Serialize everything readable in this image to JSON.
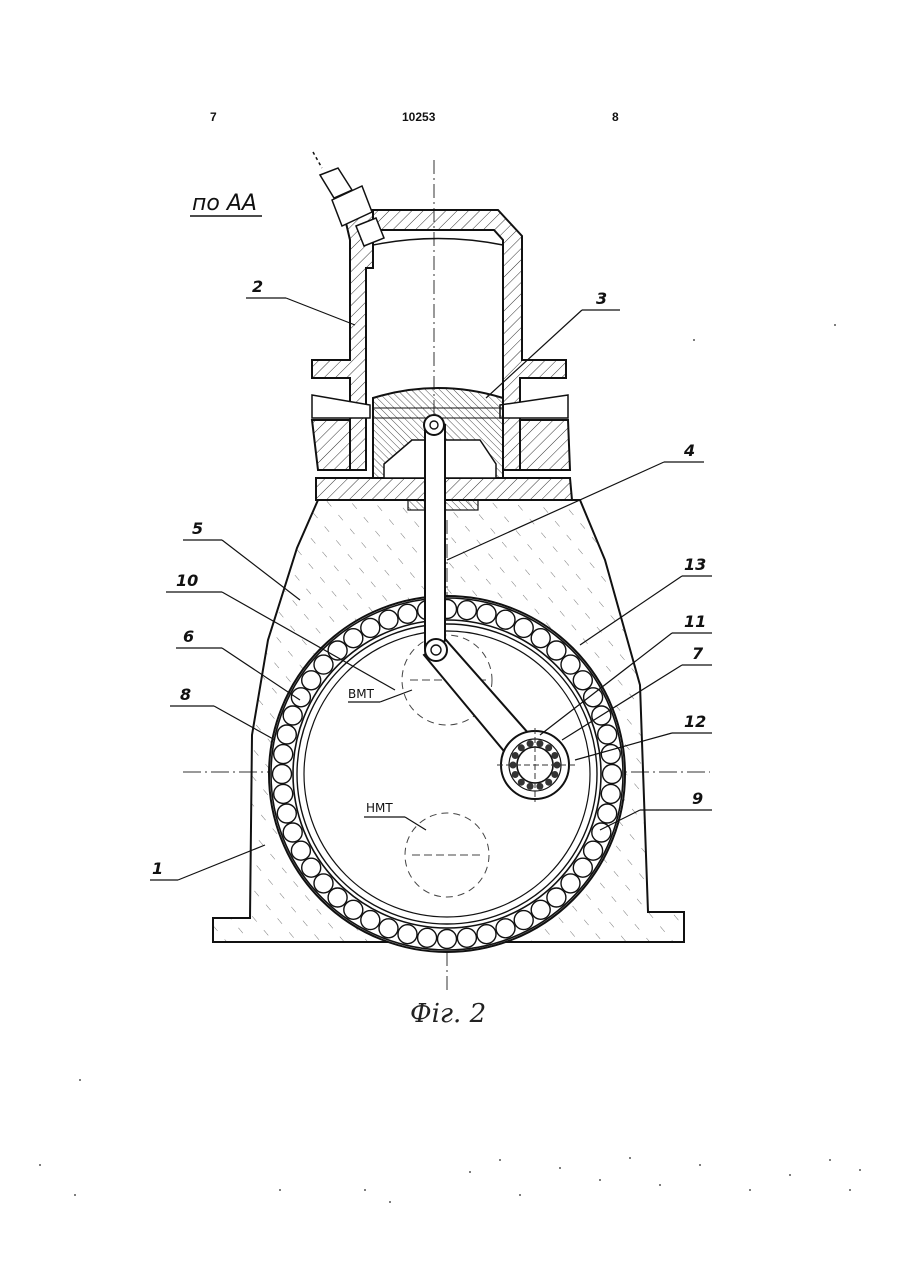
{
  "header": {
    "page_left": "7",
    "patent_number": "10253",
    "page_right": "8"
  },
  "figure": {
    "view_label": "по АА",
    "caption": "Фіг. 2",
    "tdc_label": "ВМТ",
    "bdc_label": "НМТ",
    "part_labels": {
      "p1": "1",
      "p2": "2",
      "p3": "3",
      "p4": "4",
      "p5": "5",
      "p6": "6",
      "p7": "7",
      "p8": "8",
      "p9": "9",
      "p10": "10",
      "p11": "11",
      "p12": "12",
      "p13": "13"
    }
  }
}
